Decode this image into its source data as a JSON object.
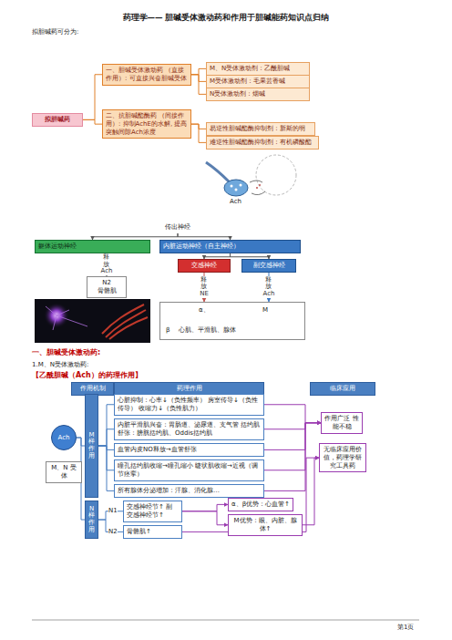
{
  "diagram": {
    "title": "药理学—— 胆碱受体激动药和作用于胆碱能药知识点归纳",
    "nodes": [
      {
        "text": [
          "拟胆碱药"
        ]
      },
      {
        "text": [
          "一、胆碱受体激动药 （直接作用）: 可直接兴奋胆碱受体"
        ]
      },
      {
        "text": [
          "二、抗胆碱酯酶药 （间接作用）: 抑制AchE的水解, 提高突触间隙Ach浓度"
        ]
      },
      {
        "text": [
          "M、N受体激动剂：乙酰胆碱"
        ]
      },
      {
        "text": [
          "M受体激动剂：毛果芸香碱"
        ]
      },
      {
        "text": [
          "N受体激动剂：烟碱"
        ]
      },
      {
        "text": [
          "易逆性胆碱酯酶抑制剂：新斯的明"
        ]
      },
      {
        "text": [
          "难逆性胆碱酯酶抑制剂：有机磷酸酯"
        ]
      },
      {
        "text": [
          "传出神经"
        ]
      },
      {
        "text": [
          "躯体运动神经"
        ]
      },
      {
        "text": [
          "内脏运动神经（自主神经）"
        ]
      },
      {
        "text": [
          "交感神经"
        ]
      },
      {
        "text": [
          "副交感神经"
        ]
      },
      {
        "text": [
          "N2",
          "骨骼肌"
        ]
      },
      {
        "text": [
          "α、",
          "M",
          "β",
          "心肌、平滑肌、腺体"
        ]
      },
      {
        "text": [
          "作用机制"
        ]
      },
      {
        "text": [
          "药理作用"
        ]
      },
      {
        "text": [
          "临床应用"
        ]
      },
      {
        "text": [
          "Ach"
        ]
      },
      {
        "text": [
          "M、N 受体"
        ]
      },
      {
        "text": [
          "M样作用"
        ]
      },
      {
        "text": [
          "N样作用"
        ]
      },
      {
        "text": [
          "心脏抑制：心率↓（负性频率） 房室传导↓（负性传导） 收缩力↓（负性肌力）"
        ]
      },
      {
        "text": [
          "内脏平滑肌兴奋：胃肠道、泌尿道、支气管 括约肌舒张：膀胱括约肌、Oddis括约肌"
        ]
      },
      {
        "text": [
          "血管内皮NO释放→血管舒张"
        ]
      },
      {
        "text": [
          "瞳孔括约肌收缩→瞳孔缩小 睫状肌收缩→近视（调节痉挛）"
        ]
      },
      {
        "text": [
          "所有腺体分泌增加：汗腺、消化腺…"
        ]
      },
      {
        "text": [
          "交感神经节↑ 副交感神经节↑"
        ]
      },
      {
        "text": [
          "α、β优势：心血管↑"
        ]
      },
      {
        "text": [
          "M优势：眼、内脏、腺体↑"
        ]
      },
      {
        "text": [
          "骨骼肌↑"
        ]
      },
      {
        "text": [
          "作用广泛 性能不稳"
        ]
      },
      {
        "text": [
          "无临床应用价值，药理学研究工具药"
        ]
      }
    ],
    "edges": [
      {
        "from": 0,
        "to": 1,
        "arrow": "none"
      },
      {
        "from": 0,
        "to": 2,
        "arrow": "none"
      },
      {
        "from": 1,
        "to": 3,
        "arrow": "none"
      },
      {
        "from": 1,
        "to": 4,
        "arrow": "none"
      },
      {
        "from": 1,
        "to": 5,
        "arrow": "none"
      },
      {
        "from": 2,
        "to": 6,
        "arrow": "none"
      },
      {
        "from": 2,
        "to": 7,
        "arrow": "none"
      },
      {
        "from": 8,
        "to": 9,
        "arrow": "to"
      },
      {
        "from": 8,
        "to": 10,
        "arrow": "to"
      },
      {
        "from": 10,
        "to": 11,
        "arrow": "to"
      },
      {
        "from": 10,
        "to": 12,
        "arrow": "to"
      },
      {
        "from": 9,
        "to": 13,
        "label": "释放Ach",
        "arrow": "to"
      },
      {
        "from": 11,
        "to": 14,
        "label": "释放NE",
        "arrow": "to"
      },
      {
        "from": 12,
        "to": 14,
        "label": "释放Ach",
        "arrow": "to"
      },
      {
        "from": 18,
        "to": 20,
        "arrow": "none"
      },
      {
        "from": 18,
        "to": 21,
        "arrow": "none"
      },
      {
        "from": 20,
        "to": 22,
        "arrow": "none"
      },
      {
        "from": 20,
        "to": 23,
        "arrow": "none"
      },
      {
        "from": 20,
        "to": 24,
        "arrow": "none"
      },
      {
        "from": 20,
        "to": 25,
        "arrow": "none"
      },
      {
        "from": 20,
        "to": 26,
        "arrow": "none"
      },
      {
        "from": 21,
        "to": 27,
        "arrow": "none"
      },
      {
        "from": 21,
        "to": 30,
        "arrow": "none"
      },
      {
        "from": 27,
        "to": 28,
        "arrow": "to"
      },
      {
        "from": 27,
        "to": 29,
        "arrow": "to"
      },
      {
        "from": 22,
        "to": 31,
        "arrow": "to"
      },
      {
        "from": 23,
        "to": 31,
        "arrow": "to"
      },
      {
        "from": 24,
        "to": 31,
        "arrow": "to"
      },
      {
        "from": 25,
        "to": 31,
        "arrow": "to"
      },
      {
        "from": 26,
        "to": 31,
        "arrow": "to"
      },
      {
        "from": 30,
        "to": 32,
        "arrow": "to"
      },
      {
        "from": 29,
        "to": 32,
        "arrow": "to"
      }
    ],
    "labels": [
      "拟胆碱药可分为:",
      "Ach",
      "一、胆碱受体激动药:",
      "1.M、N受体激动药:",
      "【乙酰胆碱（Ach）的药理作用】",
      "N1",
      "N2",
      "第1页"
    ]
  }
}
